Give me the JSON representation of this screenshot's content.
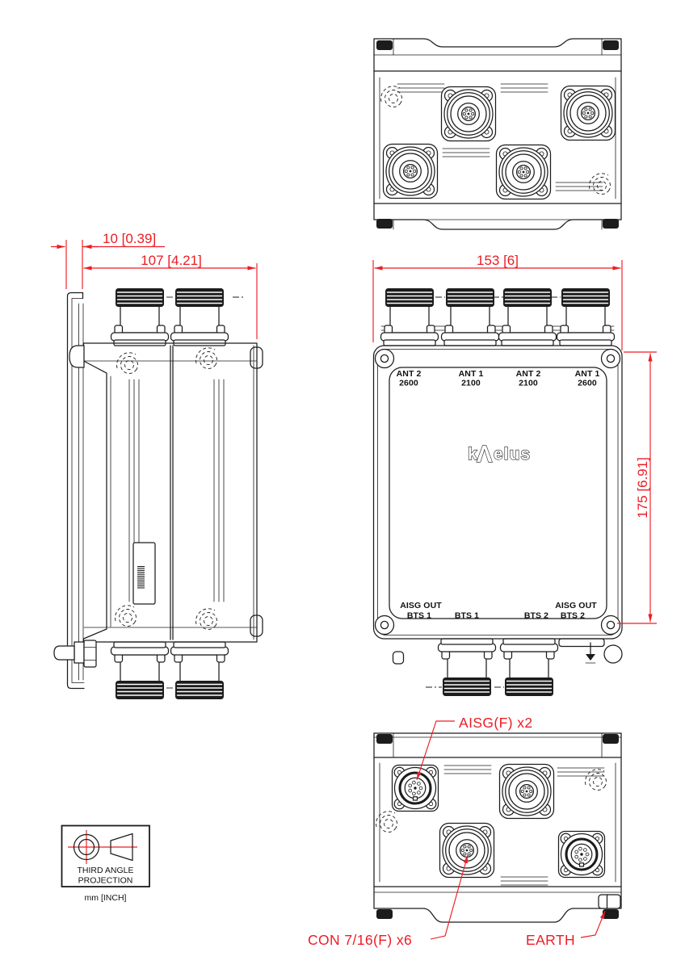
{
  "colors": {
    "line": "#1c1c1c",
    "dimension_red": "#ed1c24",
    "background": "#ffffff"
  },
  "dimensions": {
    "offset": "10 [0.39]",
    "depth": "107 [4.21]",
    "width": "153 [6]",
    "height": "175 [6.91]"
  },
  "front_view": {
    "logo": {
      "prefix": "k",
      "lambda": "Λ",
      "suffix": "elus"
    },
    "top_ports": [
      {
        "line1": "ANT 2",
        "line2": "2600"
      },
      {
        "line1": "ANT 1",
        "line2": "2100"
      },
      {
        "line1": "ANT 2",
        "line2": "2100"
      },
      {
        "line1": "ANT 1",
        "line2": "2600"
      }
    ],
    "bottom_ports": [
      {
        "line1": "AISG OUT",
        "line2": "BTS 1"
      },
      {
        "line2": "BTS 1"
      },
      {
        "line2": "BTS 2"
      },
      {
        "line1": "AISG OUT",
        "line2": "BTS 2"
      }
    ]
  },
  "callouts": {
    "aisg": "AISG(F) x2",
    "con": "CON 7/16(F) x6",
    "earth": "EARTH"
  },
  "projection_box": {
    "line1": "THIRD ANGLE",
    "line2": "PROJECTION",
    "units": "mm [INCH]"
  }
}
